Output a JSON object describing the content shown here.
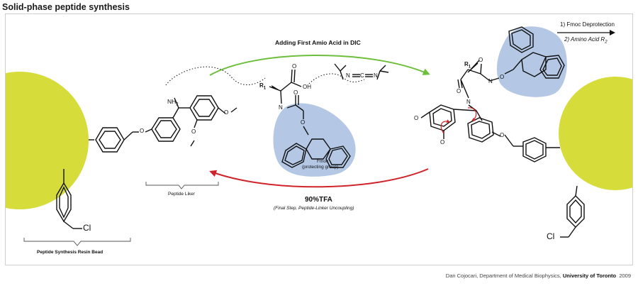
{
  "title": "Solid-phase peptide synthesis",
  "steps": {
    "adding_first_amino_acid": "Adding First Amio Acid in DIC",
    "deprotection": "1) Fmoc Deprotection",
    "add_amino_acid": "2) Amino Acid R",
    "add_amino_acid_subscript": "2",
    "cleavage": "90%TFA",
    "cleavage_note": "(Final Step, Peptide-Linker Uncoupling)"
  },
  "labels": {
    "peptide_linker": "Peptide Liker",
    "resin_bead": "Peptide Synthesis Resin Bead",
    "fmoc": "Fmoc",
    "fmoc_note": "(protecting group)"
  },
  "atoms": {
    "cl": "Cl",
    "nh2": "NH",
    "nh2_subscript": "2",
    "r1": "R",
    "r1_subscript": "1",
    "n": "N",
    "o": "O",
    "oh": "OH",
    "c": "C"
  },
  "credit": {
    "author": "Dan Cojocari, Department of Medical Biophysics, ",
    "institution": "University of Toronto",
    "year": "2009"
  },
  "colors": {
    "resin_bead": "#d6dc3a",
    "fmoc_highlight": "#b4c8e6",
    "forward_arrow": "#6cbf3a",
    "reverse_arrow": "#d0242a",
    "electron_arrow": "#d0242a"
  }
}
